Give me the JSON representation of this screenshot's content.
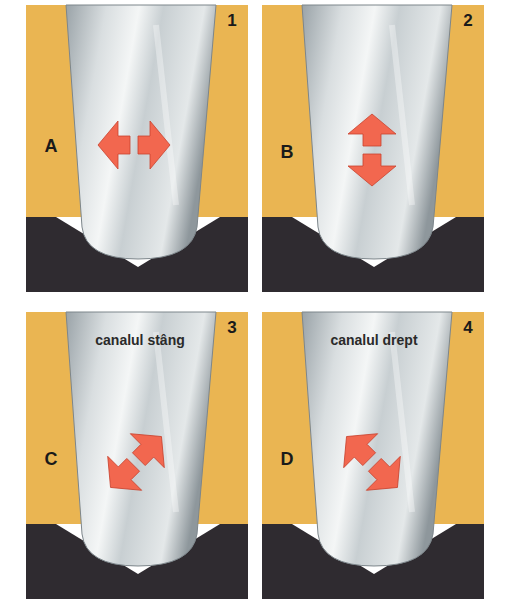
{
  "diagram": {
    "labels": [
      "1",
      "A",
      "2",
      "B",
      "3",
      "canalul stâng",
      "C",
      "4",
      "canalul drept",
      "D"
    ]
  }
}
